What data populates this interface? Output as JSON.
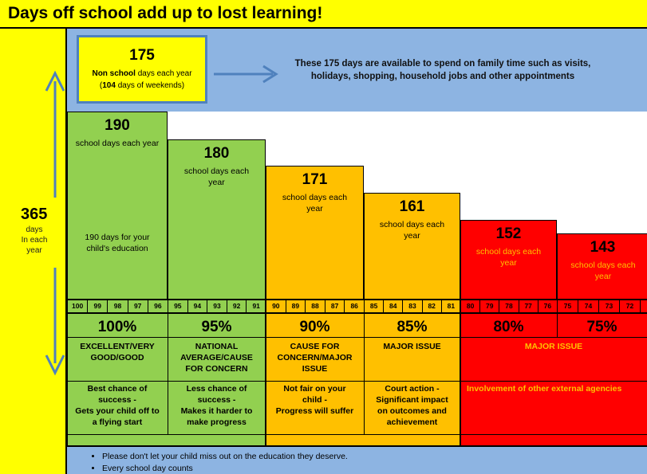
{
  "title": "Days off school add up to lost learning!",
  "year_total": {
    "value": "365",
    "line1": "days",
    "line2": "In each",
    "line3": "year"
  },
  "non_school": {
    "number": "175",
    "line1_bold": "Non school",
    "line1_rest": " days each year",
    "line2_open": "(",
    "line2_bold": "104",
    "line2_rest": " days of  weekends)",
    "note": "These 175 days are available to spend on family time such as visits, holidays, shopping, household jobs and other appointments"
  },
  "bars": [
    {
      "days": "190",
      "label": "school days each year",
      "extra": "190 days for your child's education",
      "color": "#92d050"
    },
    {
      "days": "180",
      "label": "school days each year",
      "extra": "",
      "color": "#92d050"
    },
    {
      "days": "171",
      "label": "school days each year",
      "extra": "",
      "color": "#ffc000"
    },
    {
      "days": "161",
      "label": "school days each year",
      "extra": "",
      "color": "#ffc000"
    },
    {
      "days": "152",
      "label": "school days each year",
      "extra": "",
      "color": "#ff0000"
    },
    {
      "days": "143",
      "label": "school days each year",
      "extra": "",
      "color": "#ff0000"
    }
  ],
  "ticks": [
    [
      "100",
      "99",
      "98",
      "97",
      "96"
    ],
    [
      "95",
      "94",
      "93",
      "92",
      "91"
    ],
    [
      "90",
      "89",
      "88",
      "87",
      "86"
    ],
    [
      "85",
      "84",
      "83",
      "82",
      "81"
    ],
    [
      "80",
      "79",
      "78",
      "77",
      "76"
    ],
    [
      "75",
      "74",
      "73",
      "72",
      "7"
    ]
  ],
  "percentages": [
    "100%",
    "95%",
    "90%",
    "85%",
    "80%",
    "75%"
  ],
  "categories": [
    "EXCELLENT/VERY GOOD/GOOD",
    "NATIONAL AVERAGE/CAUSE FOR CONCERN",
    "CAUSE FOR CONCERN/MAJOR ISSUE",
    "MAJOR ISSUE",
    "MAJOR ISSUE"
  ],
  "outcomes": [
    [
      "Best chance of",
      "success -",
      "Gets your child off to",
      "a flying start"
    ],
    [
      "Less chance of",
      "success -",
      "Makes it harder to",
      "make progress"
    ],
    [
      "Not fair on your",
      "child -",
      "Progress will suffer"
    ],
    [
      "Court action -",
      "Significant impact",
      "on outcomes and",
      "achievement"
    ],
    [
      "Involvement of other external agencies"
    ]
  ],
  "bullets": [
    "Please don't let your child miss out on the education they deserve.",
    "Every school day counts"
  ],
  "colors": {
    "yellow": "#ffff00",
    "blue": "#8db4e2",
    "green": "#92d050",
    "amber": "#ffc000",
    "red": "#ff0000",
    "arrow": "#4f81bd"
  }
}
